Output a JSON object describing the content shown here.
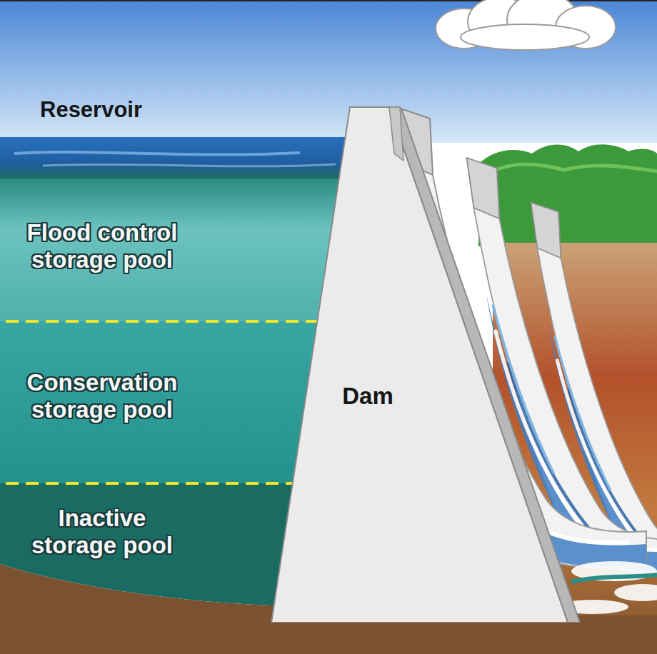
{
  "diagram": {
    "nodes": [
      {
        "text": [
          "Flood control storage pool"
        ]
      },
      {
        "text": [
          "Conservation storage pool"
        ]
      },
      {
        "text": [
          "Inactive storage pool"
        ]
      },
      {
        "text": [
          "Dam"
        ]
      }
    ],
    "labels": [
      "Reservoir"
    ]
  }
}
